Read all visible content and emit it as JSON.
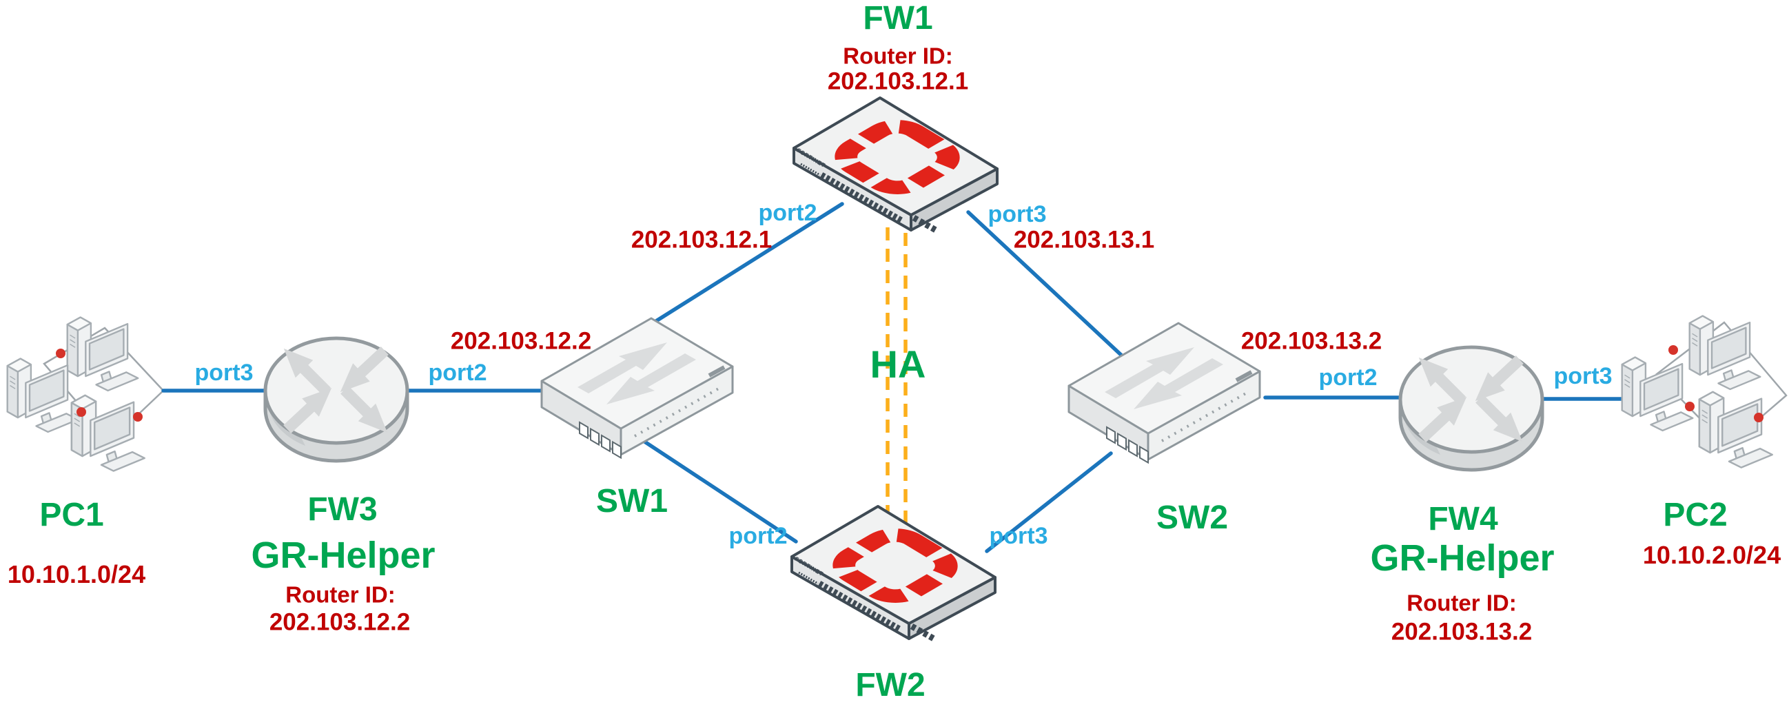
{
  "colors": {
    "node_label_green": "#00A651",
    "ip_red": "#C00000",
    "port_cyan": "#29ABE2",
    "link_blue": "#1B75BC",
    "ha_dash_yellow": "#FCAF1B",
    "fortinet_logo_red": "#E2231A"
  },
  "nodes": {
    "fw1": {
      "name": "FW1",
      "router_id_label": "Router ID:",
      "router_id": "202.103.12.1",
      "brand": "FORTINET"
    },
    "fw2": {
      "name": "FW2",
      "brand": "FORTINET"
    },
    "fw3": {
      "name": "FW3",
      "role": "GR-Helper",
      "router_id_label": "Router ID:",
      "router_id": "202.103.12.2"
    },
    "fw4": {
      "name": "FW4",
      "role": "GR-Helper",
      "router_id_label": "Router ID:",
      "router_id": "202.103.13.2"
    },
    "sw1": {
      "name": "SW1"
    },
    "sw2": {
      "name": "SW2"
    },
    "pc1": {
      "name": "PC1",
      "subnet": "10.10.1.0/24"
    },
    "pc2": {
      "name": "PC2",
      "subnet": "10.10.2.0/24"
    }
  },
  "links": {
    "ha": {
      "label": "HA"
    },
    "fw1_sw1": {
      "port_label": "port2",
      "ip": "202.103.12.1"
    },
    "fw1_sw2": {
      "port_label": "port3",
      "ip": "202.103.13.1"
    },
    "sw1_fw3": {
      "ip": "202.103.12.2",
      "port_label": "port2"
    },
    "pc1_fw3": {
      "port_label": "port3"
    },
    "fw2_sw1": {
      "port_label": "port2"
    },
    "fw2_sw2": {
      "port_label": "port3"
    },
    "sw2_fw4": {
      "ip": "202.103.13.2",
      "port_label": "port2"
    },
    "fw4_pc2": {
      "port_label": "port3"
    }
  }
}
